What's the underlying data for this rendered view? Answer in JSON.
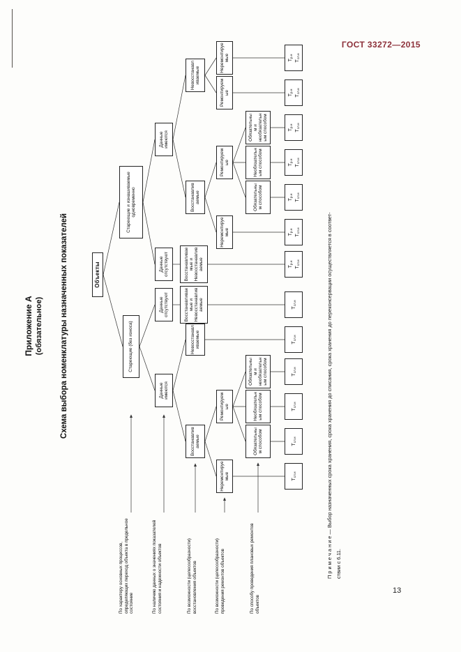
{
  "page": {
    "doc_number": "ГОСТ 33272—2015",
    "page_number": "13",
    "colors": {
      "doc_number": "#8c2f39",
      "box_border": "#222222",
      "line": "#333333"
    }
  },
  "appendix": {
    "heading": "Приложение А",
    "subheading": "(обязательное)",
    "title": "Схема выбора номенклатуры назначенных показателей"
  },
  "criteria": [
    "По характеру основных процессов, определяющих переход объекта в предельное состояние",
    "По наличию данных о значениях показателей состояния и надежности объектов",
    "По возможности (целесообразности) восстановления объектов",
    "По возможности (целесообразности) проведения ремонтов объектов",
    "По способу проведения плановых ремонтов объектов"
  ],
  "nodes": {
    "root": "Объекты",
    "aging": "Стареющие (без износа)",
    "aging_wearing": "Стареющие и изнашиваемые одновременно",
    "data_available": "Данные имеются",
    "data_absent": "Данные отсутствуют",
    "restorable": "Восстанавливаемые",
    "non_restorable": "Невосстанавливаемые",
    "restorable_and_non": "Восстанавливаемые и Невосстанавливаемые",
    "repairable": "Ремонтируемые",
    "non_repairable": "Неремонтируемые",
    "mandatory": "Обязательным способом",
    "optional": "Необязательным способом",
    "mandatory_optional": "Обязательным и необязательным способом"
  },
  "leaves": [
    {
      "lines": [
        {
          "b": "Т",
          "s": "сл.н"
        }
      ]
    },
    {
      "lines": [
        {
          "b": "Т",
          "s": "сл.н"
        }
      ]
    },
    {
      "lines": [
        {
          "b": "Т",
          "s": "сл.н"
        }
      ]
    },
    {
      "lines": [
        {
          "b": "Т",
          "s": "сл.н"
        }
      ]
    },
    {
      "lines": [
        {
          "b": "Т",
          "s": "сл.н"
        }
      ]
    },
    {
      "lines": [
        {
          "b": "Т",
          "s": "сл.н"
        }
      ]
    },
    {
      "lines": [
        {
          "b": "Т",
          "s": "р.н"
        },
        {
          "b": "Т",
          "s": "сл.н"
        }
      ]
    },
    {
      "lines": [
        {
          "b": "Т",
          "s": "р.н"
        },
        {
          "b": "Т",
          "s": "сл.н"
        }
      ]
    },
    {
      "lines": [
        {
          "b": "Т",
          "s": "р.н"
        },
        {
          "b": "Т",
          "s": "сл.н"
        }
      ]
    },
    {
      "lines": [
        {
          "b": "Т",
          "s": "р.н"
        },
        {
          "b": "Т",
          "s": "сл.н"
        }
      ]
    },
    {
      "lines": [
        {
          "b": "Т",
          "s": "р.н"
        },
        {
          "b": "Т",
          "s": "сл.н"
        }
      ]
    },
    {
      "lines": [
        {
          "b": "Т",
          "s": "р.н"
        },
        {
          "b": "Т",
          "s": "сл.н"
        }
      ]
    },
    {
      "lines": [
        {
          "b": "Т",
          "s": "р.н"
        },
        {
          "b": "Т",
          "s": "сл.н"
        }
      ]
    }
  ],
  "note": {
    "line1": "П р и м е ч а н и е — Выбор назначенных срока хранения, срока хранения до списания, срока хранения до переконсервации осуществляется в соответ-",
    "line2": "ствии с 6.11."
  }
}
